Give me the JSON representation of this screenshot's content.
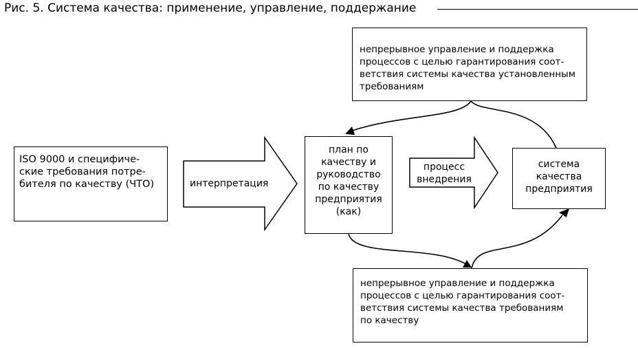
{
  "title": "Рис. 5. Система качества: применение, управление, поддержание",
  "boxes": {
    "top_management": {
      "lines": [
        "непрерывное управление и поддержка",
        "процессов с целью гарантирования соот-",
        "ветствия системы качества установленным",
        "требованиям"
      ]
    },
    "iso_requirements": {
      "lines": [
        "ISO 9000 и специфиче-",
        "ские требования потре-",
        "бителя по качеству (ЧТО)"
      ]
    },
    "quality_plan": {
      "lines": [
        "план по",
        "качеству и",
        "руководство",
        "по качеству",
        "предприятия",
        "(как)"
      ]
    },
    "quality_system": {
      "lines": [
        "система",
        "качества",
        "предприятия"
      ]
    },
    "bottom_management": {
      "lines": [
        "непрерывное управление и поддержка",
        "процессов с целью гарантирования соот-",
        "ветствия системы качества требованиям",
        "по качеству"
      ]
    }
  },
  "arrows": {
    "interpretation": {
      "label": "интерпретация"
    },
    "implementation": {
      "lines": [
        "процесс",
        "внедрения"
      ]
    }
  },
  "colors": {
    "line": "#000000",
    "background": "#ffffff"
  }
}
